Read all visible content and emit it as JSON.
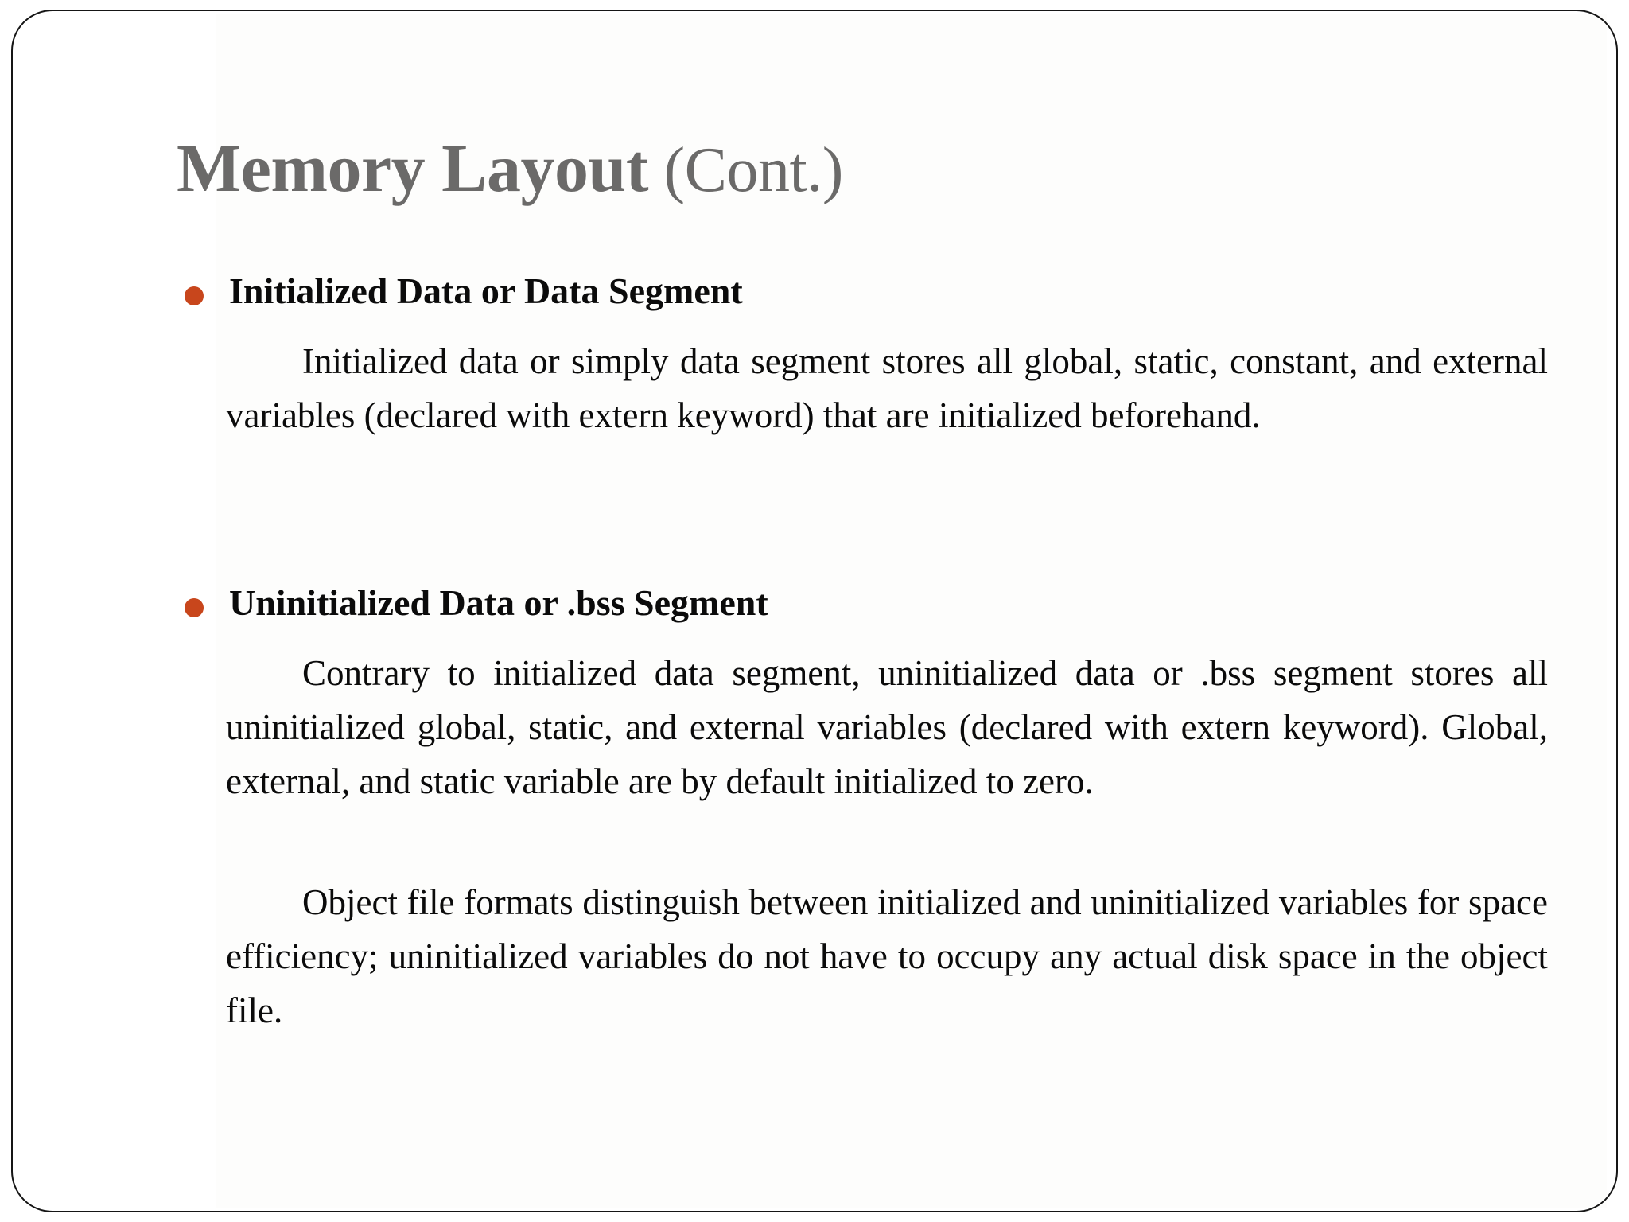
{
  "slide": {
    "title_main": "Memory Layout",
    "title_suffix": " (Cont.)",
    "bullets": [
      {
        "label": "Initialized Data or Data Segment",
        "bullet_icon": "bullet-dot-icon",
        "bullet_color": "#C8461C"
      },
      {
        "label": "Uninitialized Data or .bss Segment",
        "bullet_icon": "bullet-dot-icon",
        "bullet_color": "#C8461C"
      }
    ],
    "paragraphs": [
      "Initialized data or simply data segment stores all global, static, constant, and external variables (declared with extern keyword) that are initialized beforehand.",
      "Contrary to initialized data segment, uninitialized data or .bss segment stores all uninitialized global, static, and external variables (declared with extern keyword). Global, external, and static variable are by default initialized to zero.",
      "Object file formats distinguish between initialized and uninitialized variables for space efficiency; uninitialized variables do not have to occupy any actual disk space in the object file."
    ],
    "colors": {
      "title": "#6B6A69",
      "body_text": "#0B0B0B",
      "accent_bullet": "#C8461C",
      "frame": "#151515",
      "background": "#FFFFFF",
      "panel": "#FDFDFC"
    }
  }
}
